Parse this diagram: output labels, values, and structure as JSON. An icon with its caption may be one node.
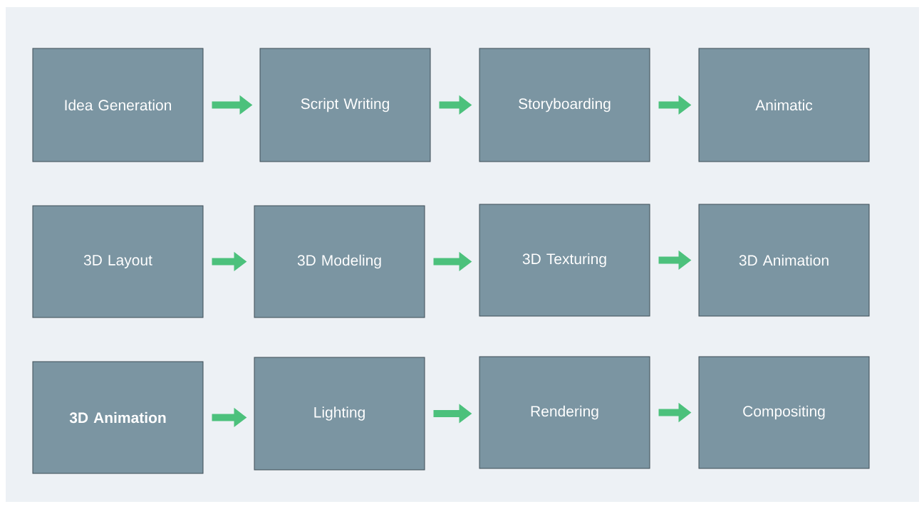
{
  "diagram": {
    "nodes": [
      {
        "text": [
          "Idea Generation"
        ]
      },
      {
        "text": [
          "Script Writing"
        ]
      },
      {
        "text": [
          "Storyboarding"
        ]
      },
      {
        "text": [
          "Animatic"
        ]
      },
      {
        "text": [
          "3D Layout"
        ]
      },
      {
        "text": [
          "3D Modeling"
        ]
      },
      {
        "text": [
          "3D Texturing"
        ]
      },
      {
        "text": [
          "3D Animation"
        ]
      },
      {
        "text": [
          "3D Animation"
        ]
      },
      {
        "text": [
          "Lighting"
        ]
      },
      {
        "text": [
          "Rendering"
        ]
      },
      {
        "text": [
          "Compositing"
        ]
      }
    ],
    "edges": [
      {
        "from": 0,
        "to": 1,
        "arrow": "to"
      },
      {
        "from": 1,
        "to": 2,
        "arrow": "to"
      },
      {
        "from": 2,
        "to": 3,
        "arrow": "to"
      },
      {
        "from": 4,
        "to": 5,
        "arrow": "to"
      },
      {
        "from": 5,
        "to": 6,
        "arrow": "to"
      },
      {
        "from": 6,
        "to": 7,
        "arrow": "to"
      },
      {
        "from": 8,
        "to": 9,
        "arrow": "to"
      },
      {
        "from": 9,
        "to": 10,
        "arrow": "to"
      },
      {
        "from": 10,
        "to": 11,
        "arrow": "to"
      }
    ]
  }
}
